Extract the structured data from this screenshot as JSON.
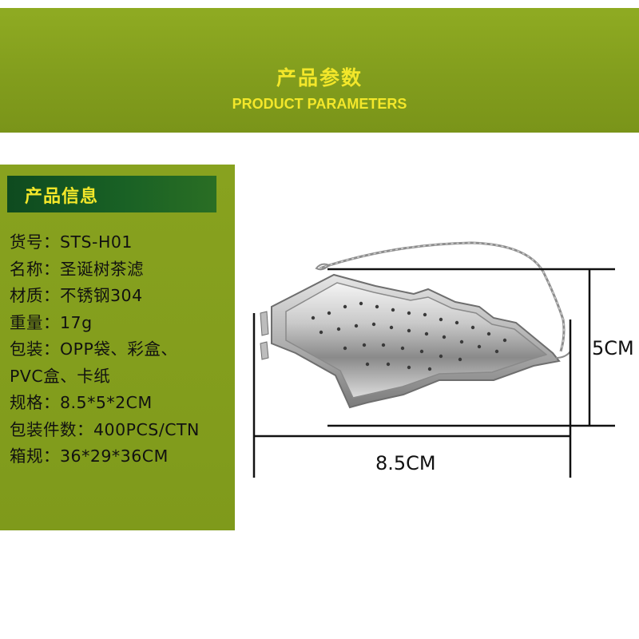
{
  "header": {
    "title": "产品参数",
    "subtitle": "PRODUCT PARAMETERS"
  },
  "info": {
    "heading": "产品信息",
    "rows": [
      "货号：STS-H01",
      "名称：圣诞树茶滤",
      "材质：不锈钢304",
      "重量：17g",
      "包装：OPP袋、彩盒、",
      "PVC盒、卡纸",
      "规格：8.5*5*2CM",
      "包装件数：400PCS/CTN",
      "箱规：36*29*36CM"
    ]
  },
  "dimensions": {
    "height_label": "5CM",
    "width_label": "8.5CM"
  },
  "colors": {
    "band_green": "#829d1d",
    "title_yellow": "#f3e72a",
    "heading_dark_green": "#14581f",
    "panel_green": "#85a01e"
  },
  "icons": [
    "christmas-tree-tea-infuser-photo"
  ]
}
